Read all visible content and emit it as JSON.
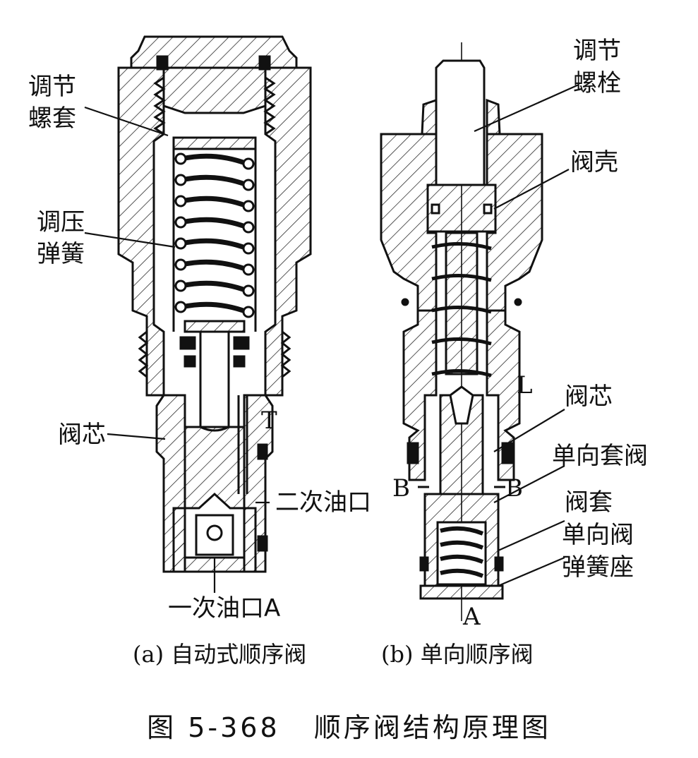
{
  "labels": {
    "adjust_sleeve_1": "调节",
    "adjust_sleeve_2": "螺套",
    "pressure_spring_1": "调压",
    "pressure_spring_2": "弹簧",
    "spool_a": "阀芯",
    "port_t": "T",
    "secondary_port": "二次油口",
    "primary_port": "一次油口A",
    "adjust_bolt_1": "调节",
    "adjust_bolt_2": "螺栓",
    "valve_body": "阀壳",
    "port_l": "L",
    "spool_b": "阀芯",
    "check_sleeve_valve": "单向套阀",
    "port_b_left": "B",
    "port_b_right": "B",
    "valve_sleeve": "阀套",
    "check_seat_1": "单向阀",
    "check_seat_2": "弹簧座",
    "port_a": "A"
  },
  "captions": {
    "a": "(a) 自动式顺序阀",
    "b": "(b) 单向顺序阀"
  },
  "figure_title": "图 5-368   顺序阀结构原理图"
}
